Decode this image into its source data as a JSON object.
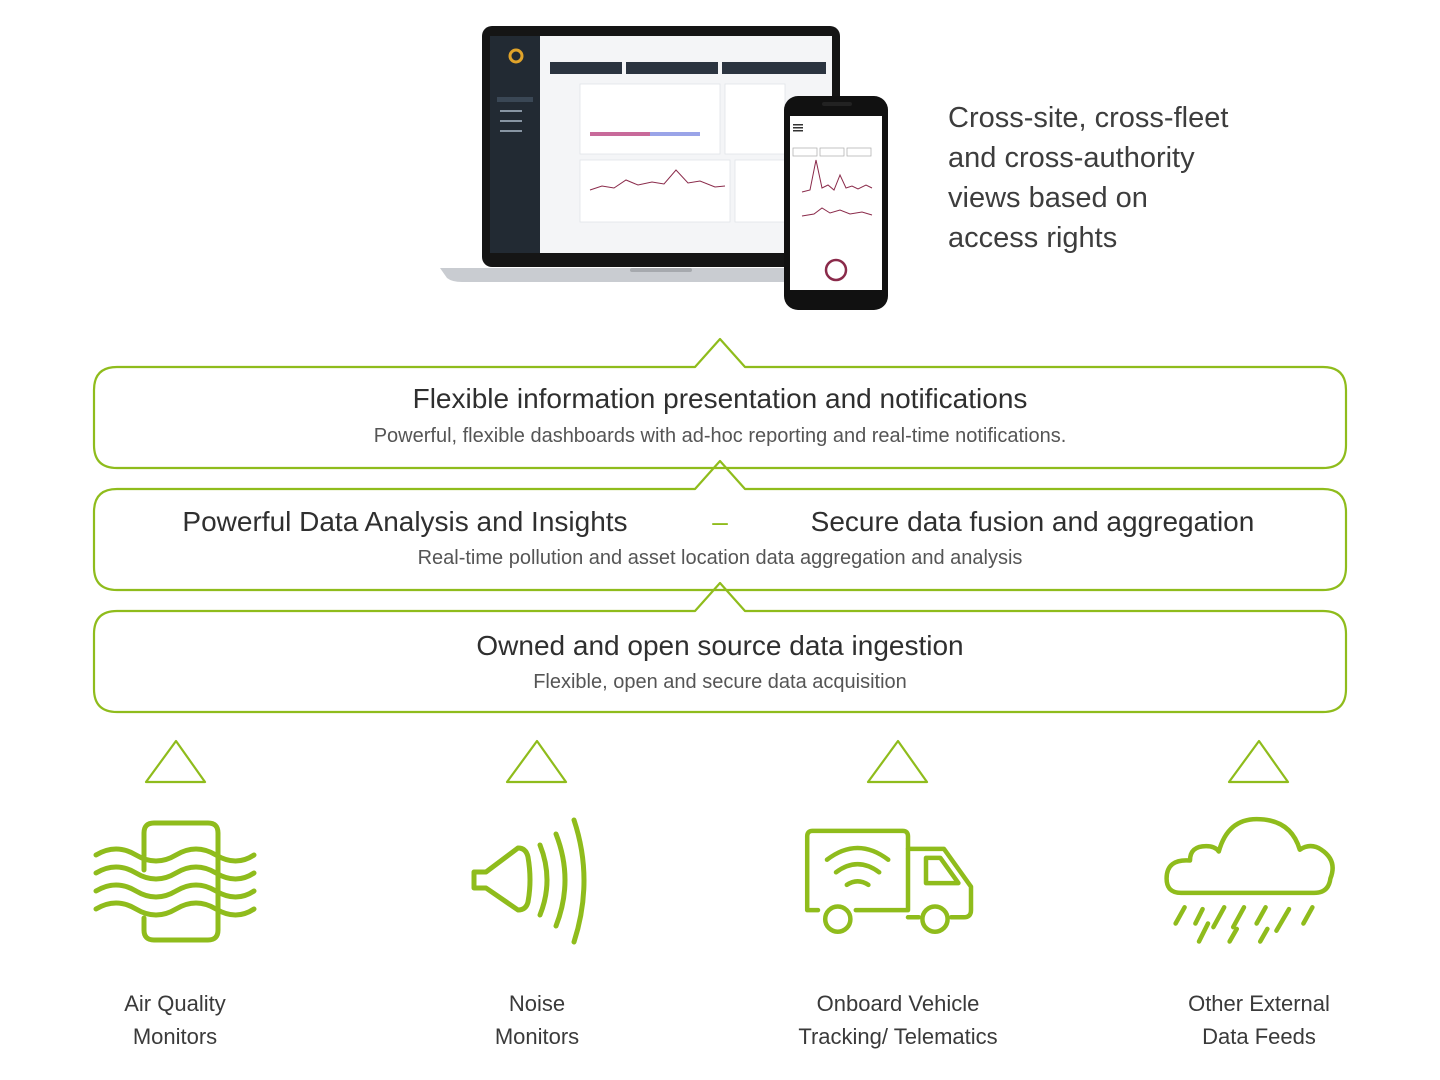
{
  "access_rights": {
    "lines": [
      "Cross-site, cross-fleet",
      "and cross-authority",
      "views based on",
      "access rights"
    ]
  },
  "layers": {
    "presentation": {
      "title": "Flexible information presentation and notifications",
      "subtitle": "Powerful, flexible dashboards with ad-hoc reporting and real-time notifications."
    },
    "analysis": {
      "title_left": "Powerful Data Analysis and Insights",
      "separator": "–",
      "title_right": "Secure data fusion and aggregation",
      "subtitle": "Real-time pollution and asset location data aggregation and analysis"
    },
    "ingestion": {
      "title": "Owned and open source data ingestion",
      "subtitle": "Flexible, open and secure data acquisition"
    }
  },
  "sources": [
    {
      "icon": "air-quality-icon",
      "line1": "Air Quality",
      "line2": "Monitors"
    },
    {
      "icon": "noise-icon",
      "line1": "Noise",
      "line2": "Monitors"
    },
    {
      "icon": "truck-icon",
      "line1": "Onboard Vehicle",
      "line2": "Tracking/ Telematics"
    },
    {
      "icon": "cloud-rain-icon",
      "line1": "Other External",
      "line2": "Data Feeds"
    }
  ],
  "colors": {
    "accent_green": "#8fbc1c",
    "text_dark": "#2f2f2f",
    "text_muted": "#555555",
    "dashboard_sidebar": "#222a33"
  }
}
